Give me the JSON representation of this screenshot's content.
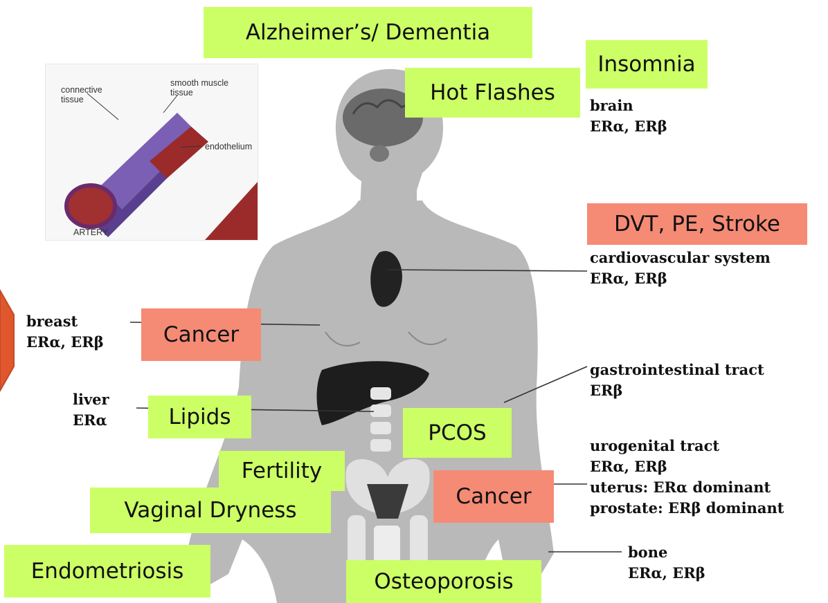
{
  "condition_tags": {
    "alzheimers": "Alzheimer’s/ Dementia",
    "insomnia": "Insomnia",
    "hot_flashes": "Hot Flashes",
    "dvt": "DVT, PE, Stroke",
    "breast_cancer": "Cancer",
    "lipids": "Lipids",
    "pcos": "PCOS",
    "fertility": "Fertility",
    "uterine_cancer": "Cancer",
    "vaginal_dryness": "Vaginal Dryness",
    "endometriosis": "Endometriosis",
    "osteoporosis": "Osteoporosis"
  },
  "tag_colors": {
    "benefit": "#ccff66",
    "risk": "#f58b75",
    "arrow": "#e0572e"
  },
  "organs": {
    "brain": {
      "name": "brain",
      "receptors": "ERα, ERβ"
    },
    "cardiovascular": {
      "name": "cardiovascular system",
      "receptors": "ERα, ERβ"
    },
    "breast": {
      "name": "breast",
      "receptors": "ERα, ERβ"
    },
    "gastrointestinal": {
      "name": "gastrointestinal tract",
      "receptors": "ERβ"
    },
    "liver": {
      "name": "liver",
      "receptors": "ERα"
    },
    "urogenital": {
      "name": "urogenital tract",
      "receptors": "ERα, ERβ",
      "uterus": "uterus: ERα dominant",
      "prostate": "prostate: ERβ dominant"
    },
    "bone": {
      "name": "bone",
      "receptors": "ERα, ERβ"
    }
  },
  "artery_inset": {
    "connective": "connective\ntissue",
    "smooth_muscle": "smooth muscle\ntissue",
    "endothelium": "endothelium",
    "artery": "ARTERY"
  }
}
